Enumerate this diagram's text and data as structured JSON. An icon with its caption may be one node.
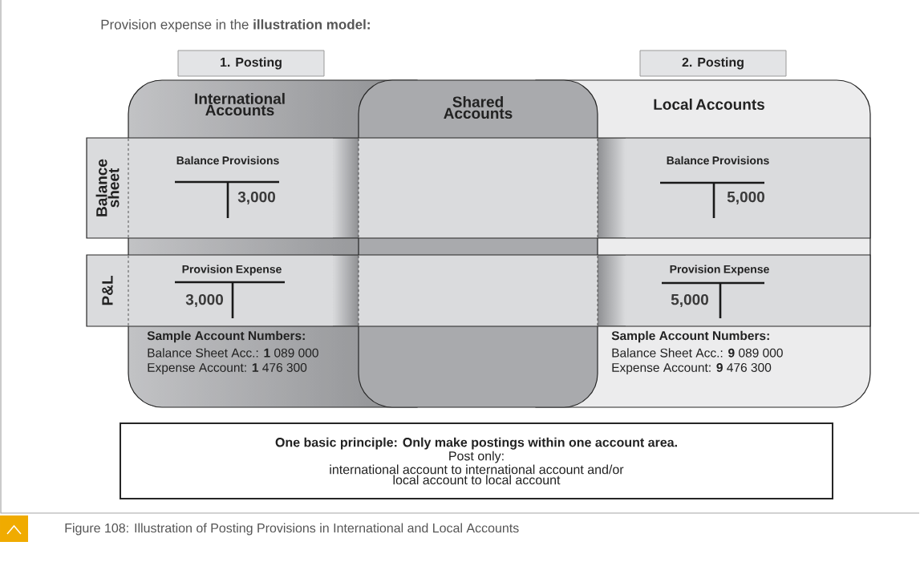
{
  "diagram": {
    "title": "Provision expense in the **illustration model:**",
    "caption": "Figure 108: Illustration of Posting Provisions in International and Local Accounts",
    "nodes": [
      {
        "text": [
          "1. Posting"
        ]
      },
      {
        "text": [
          "2. Posting"
        ]
      },
      {
        "text": [
          "International Accounts",
          "Sample Account Numbers:",
          "Balance Sheet Acc.: **1** 089 000",
          "Expense Account: **1** 476 300"
        ]
      },
      {
        "text": [
          "Shared Accounts"
        ]
      },
      {
        "text": [
          "Local Accounts",
          "Sample Account Numbers:",
          "Balance Sheet Acc.: **9** 089 000",
          "Expense Account: **9** 476 300"
        ]
      },
      {
        "text": [
          "Balance sheet"
        ]
      },
      {
        "text": [
          "P&L"
        ]
      },
      {
        "text": [
          "One basic principle: Only make postings within one account area.",
          "Post only:",
          "international account to international account and/or",
          "local account to local account"
        ]
      }
    ],
    "labels": [
      "Balance Provisions",
      "3,000",
      "Balance Provisions",
      "5,000",
      "Provision Expense",
      "3,000",
      "Provision Expense",
      "5,000"
    ]
  }
}
